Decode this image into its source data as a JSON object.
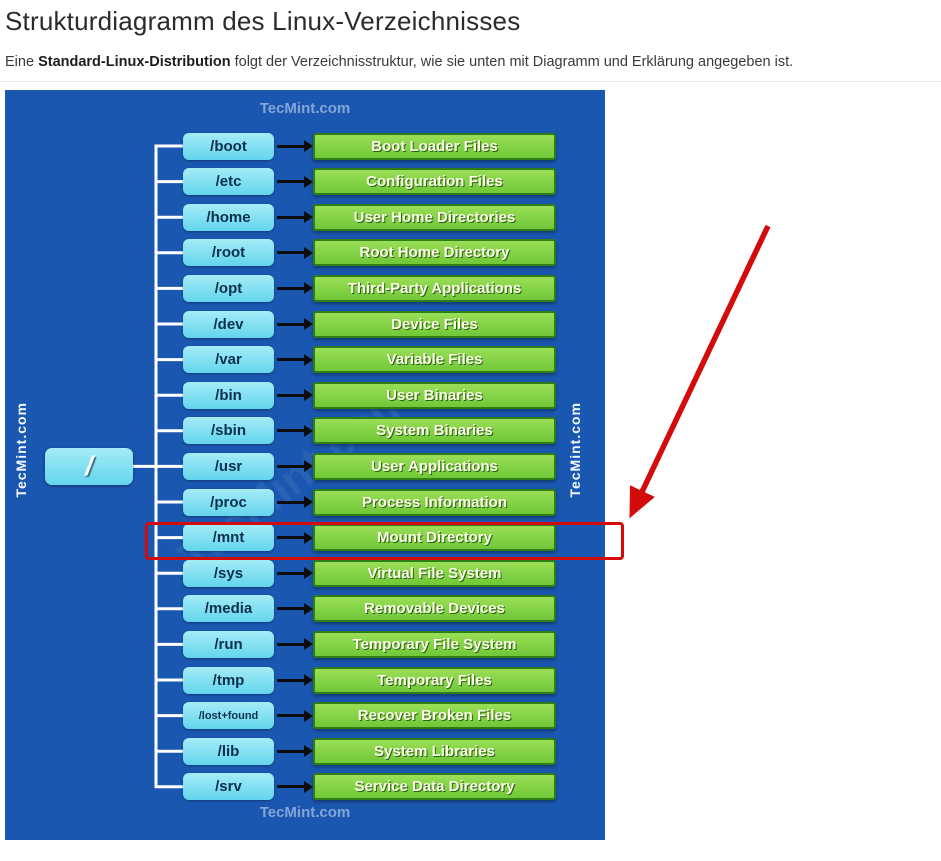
{
  "page": {
    "title": "Strukturdiagramm des Linux-Verzeichnisses",
    "subtitle": {
      "prefix": "Eine ",
      "bold": "Standard-Linux-Distribution",
      "suffix": " folgt der Verzeichnisstruktur, wie sie unten mit Diagramm und Erklärung angegeben ist."
    }
  },
  "diagram": {
    "watermark": "TecMint.com",
    "root": {
      "label": "/"
    },
    "colors": {
      "background": "#1a57b0",
      "node_fill_top": "#a5ecf8",
      "node_fill_bottom": "#63d5ec",
      "node_text": "#0a3050",
      "desc_fill_top": "#9ade57",
      "desc_fill_bottom": "#70c837",
      "desc_border": "#2f7d15",
      "desc_text": "#fffce8",
      "tree_line": "#ffffff",
      "arrow": "#0b0b0b",
      "annotation_red": "#d40b0b"
    },
    "rows": [
      {
        "dir": "/boot",
        "desc": "Boot Loader Files"
      },
      {
        "dir": "/etc",
        "desc": "Configuration Files"
      },
      {
        "dir": "/home",
        "desc": "User Home Directories"
      },
      {
        "dir": "/root",
        "desc": "Root Home Directory"
      },
      {
        "dir": "/opt",
        "desc": "Third-Party Applications"
      },
      {
        "dir": "/dev",
        "desc": "Device Files"
      },
      {
        "dir": "/var",
        "desc": "Variable Files"
      },
      {
        "dir": "/bin",
        "desc": "User Binaries"
      },
      {
        "dir": "/sbin",
        "desc": "System Binaries"
      },
      {
        "dir": "/usr",
        "desc": "User Applications"
      },
      {
        "dir": "/proc",
        "desc": "Process Information"
      },
      {
        "dir": "/mnt",
        "desc": "Mount Directory",
        "highlighted": true
      },
      {
        "dir": "/sys",
        "desc": "Virtual File System"
      },
      {
        "dir": "/media",
        "desc": "Removable Devices"
      },
      {
        "dir": "/run",
        "desc": "Temporary File System"
      },
      {
        "dir": "/tmp",
        "desc": "Temporary Files"
      },
      {
        "dir": "/lost+found",
        "desc": "Recover Broken Files"
      },
      {
        "dir": "/lib",
        "desc": "System Libraries"
      },
      {
        "dir": "/srv",
        "desc": "Service Data Directory"
      }
    ]
  }
}
